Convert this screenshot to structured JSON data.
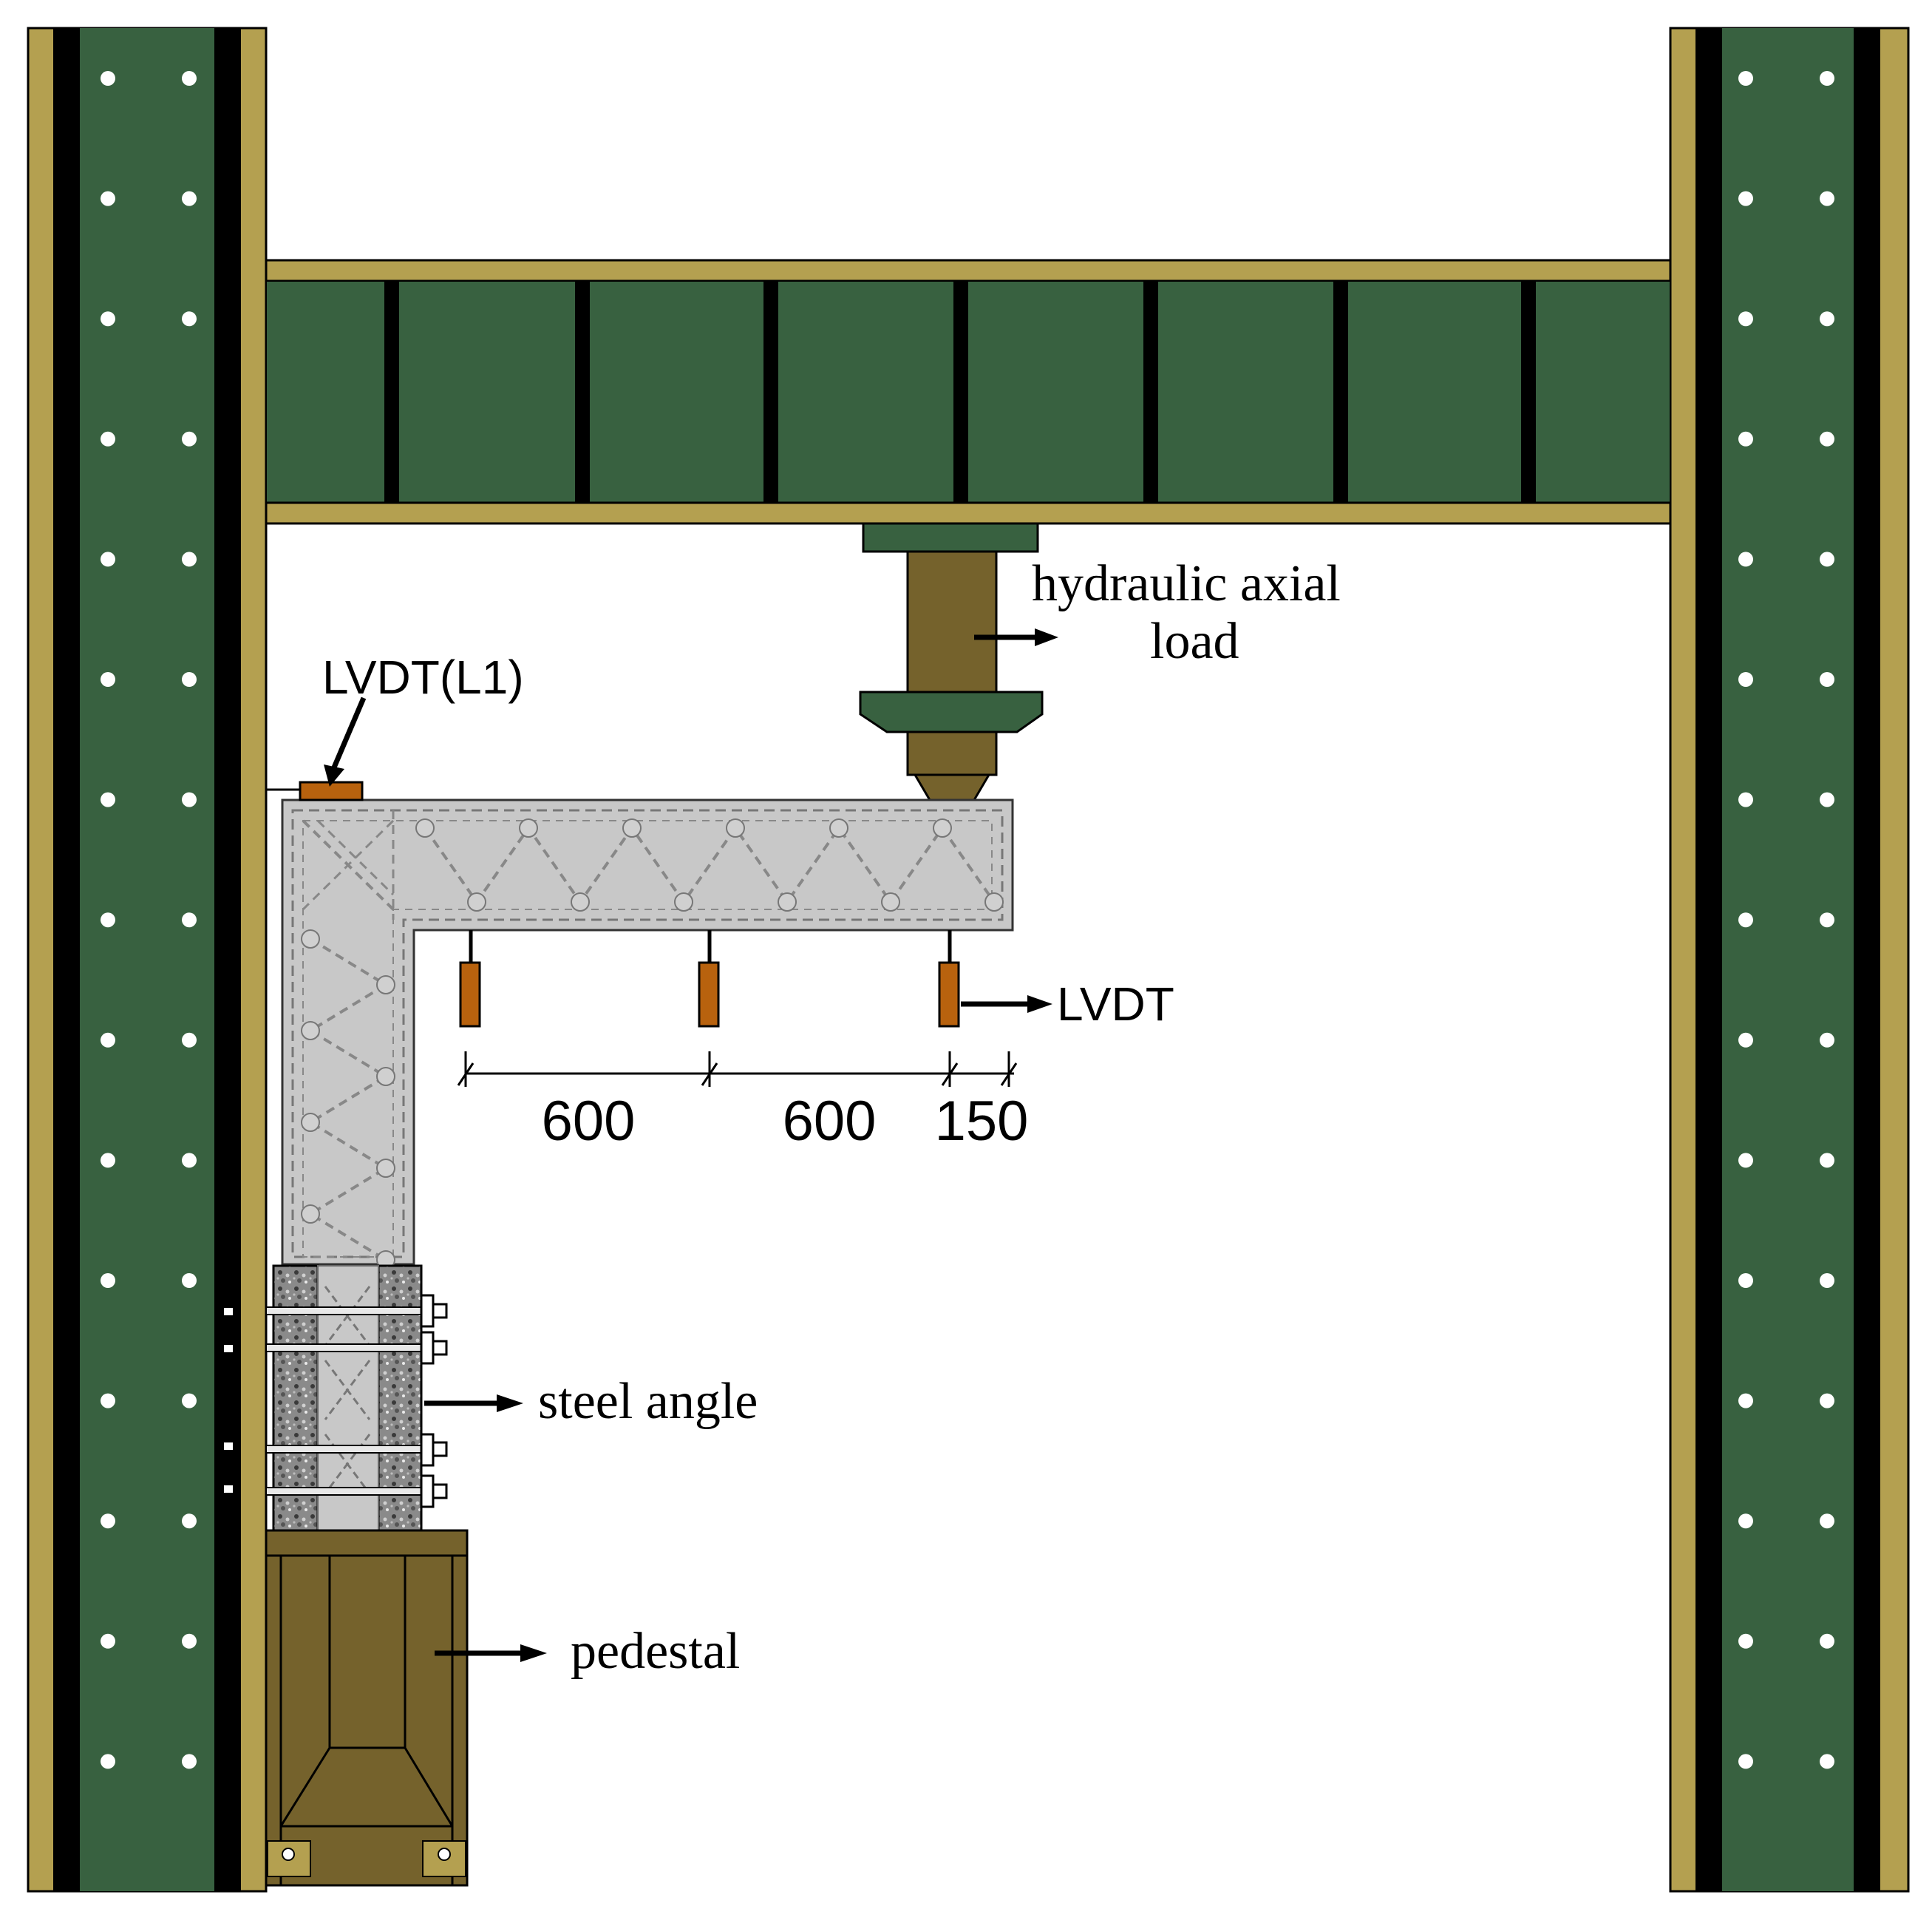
{
  "labels": {
    "hydraulic_line1": "hydraulic axial",
    "hydraulic_line2": "load",
    "lvdt_l1": "LVDT(L1)",
    "lvdt": "LVDT",
    "steel_angle": "steel angle",
    "pedestal": "pedestal"
  },
  "dimensions": {
    "dim1": "600",
    "dim2": "600",
    "dim3": "150"
  },
  "colors": {
    "frame_green": "#386140",
    "frame_tan": "#B4A050",
    "frame_black": "#000000",
    "specimen_gray": "#C8C8C8",
    "actuator_brown": "#75622C",
    "lvdt_orange": "#B8620E",
    "pedestal_brown": "#75622C"
  }
}
